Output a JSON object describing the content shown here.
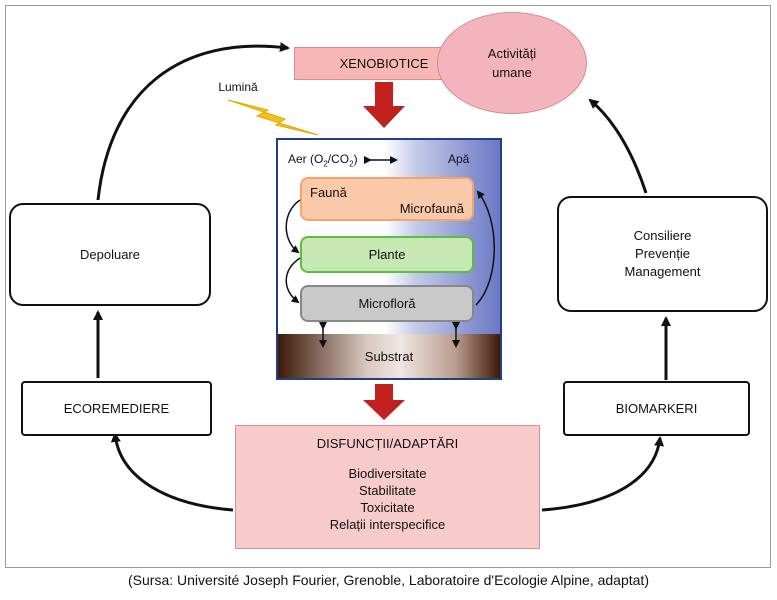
{
  "nodes": {
    "xenobiotice": "XENOBIOTICE",
    "activitati_line1": "Activități",
    "activitati_line2": "umane",
    "lumina": "Lumină",
    "aer_prefix": "Aer (O",
    "aer_mid": "/CO",
    "aer_suffix": ")",
    "aer_sub": "2",
    "apa": "Apă",
    "fauna": "Faună",
    "microfauna": "Microfaună",
    "plante": "Plante",
    "microflora": "Microfloră",
    "substrat": "Substrat",
    "depoluare": "Depoluare",
    "consiliere": [
      "Consiliere",
      "Prevenție",
      "Management"
    ],
    "ecoremediere": "ECOREMEDIERE",
    "biomarkeri": "BIOMARKERI",
    "disfunctii_title": "DISFUNCȚII/ADAPTĂRI",
    "disfunctii_items": [
      "Biodiversitate",
      "Stabilitate",
      "Toxicitate",
      "Relații interspecifice"
    ]
  },
  "caption": "(Sursa: Université Joseph Fourier, Grenoble, Laboratoire d'Ecologie Alpine, adaptat)",
  "colors": {
    "xeno_fill": "#f7b7b4",
    "ellipse_fill": "#f4b4bd",
    "red_arrow": "#c0201e",
    "fauna_fill": "#f9c9a9",
    "plante_fill": "#c6e9b4",
    "microflora_fill": "#c9c9c9",
    "disf_fill": "#f8cbcb",
    "panel_border": "#1f3f86",
    "lightning": "#f2c21a"
  },
  "icons": [
    "lightning-icon",
    "double-arrow-icon",
    "red-down-arrow-icon"
  ]
}
